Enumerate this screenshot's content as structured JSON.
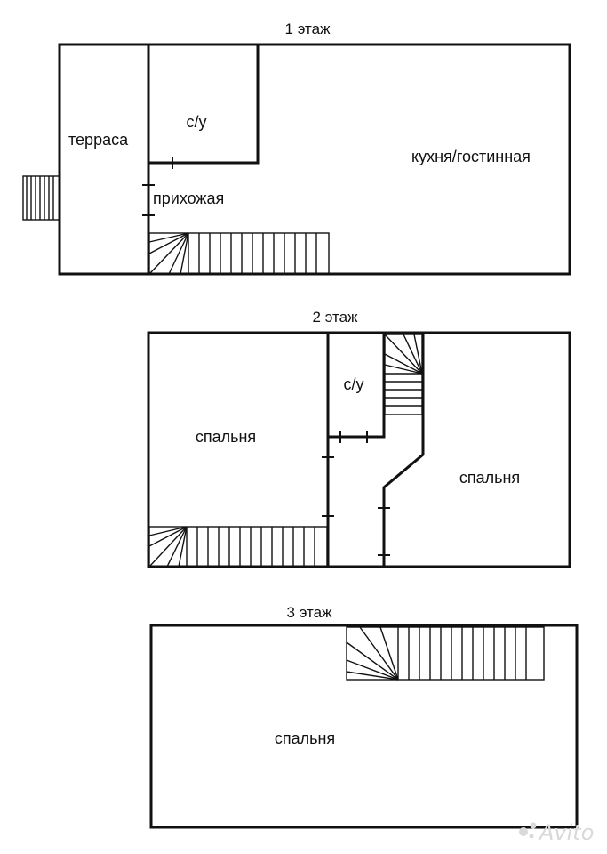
{
  "floors": [
    {
      "title": "1 этаж",
      "rooms": {
        "terrace": "терраса",
        "bathroom": "с/у",
        "hallway": "прихожая",
        "kitchen": "кухня/гостинная"
      }
    },
    {
      "title": "2 этаж",
      "rooms": {
        "bedroom_left": "спальня",
        "bathroom": "с/у",
        "bedroom_right": "спальня"
      }
    },
    {
      "title": "3 этаж",
      "rooms": {
        "bedroom": "спальня"
      }
    }
  ],
  "watermark": "Avito"
}
